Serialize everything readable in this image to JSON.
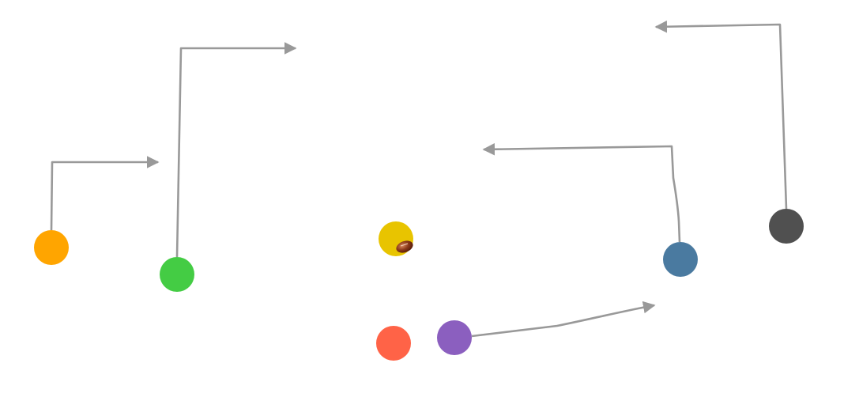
{
  "diagram": {
    "type": "play-diagram",
    "route_color": "#999999",
    "players": [
      {
        "id": "orange",
        "role": "receiver",
        "color": "#FFA500"
      },
      {
        "id": "green",
        "role": "receiver",
        "color": "#44CC44"
      },
      {
        "id": "yellow",
        "role": "quarterback",
        "color": "#E8C400",
        "has_ball": true
      },
      {
        "id": "red",
        "role": "running-back",
        "color": "#FF6347"
      },
      {
        "id": "purple",
        "role": "receiver",
        "color": "#8B5FBF"
      },
      {
        "id": "blue",
        "role": "receiver",
        "color": "#4A7AA0"
      },
      {
        "id": "dark",
        "role": "receiver",
        "color": "#505050"
      }
    ],
    "ball": {
      "icon": "football-icon",
      "color": "#8B3A1A"
    },
    "routes": [
      {
        "player": "orange",
        "shape": "out-right"
      },
      {
        "player": "green",
        "shape": "deep-out-right"
      },
      {
        "player": "purple",
        "shape": "flat-right"
      },
      {
        "player": "blue",
        "shape": "in-left"
      },
      {
        "player": "dark",
        "shape": "deep-in-left"
      }
    ]
  }
}
